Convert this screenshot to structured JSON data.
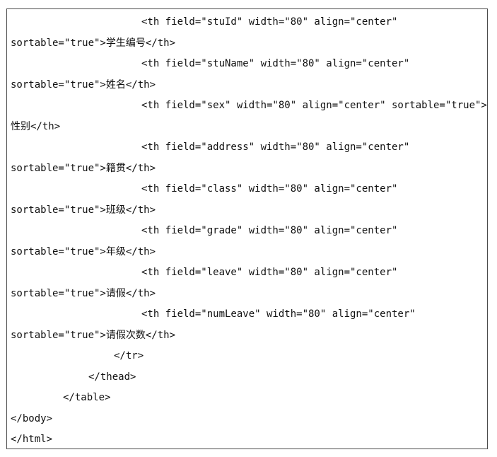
{
  "code": {
    "lines": [
      "<th field=\"stuId\" width=\"80\" align=\"center\"",
      "sortable=\"true\">学生编号</th>",
      "<th field=\"stuName\" width=\"80\" align=\"center\"",
      "sortable=\"true\">姓名</th>",
      "<th field=\"sex\" width=\"80\" align=\"center\" sortable=\"true\">",
      "性别</th>",
      "<th field=\"address\" width=\"80\" align=\"center\"",
      "sortable=\"true\">籍贯</th>",
      "<th field=\"class\" width=\"80\" align=\"center\"",
      "sortable=\"true\">班级</th>",
      "<th field=\"grade\" width=\"80\" align=\"center\"",
      "sortable=\"true\">年级</th>",
      "<th field=\"leave\" width=\"80\" align=\"center\"",
      "sortable=\"true\">请假</th>",
      "<th field=\"numLeave\" width=\"80\" align=\"center\"",
      "sortable=\"true\">请假次数</th>",
      "</tr>",
      "</thead>",
      "</table>",
      "</body>",
      "</html>"
    ]
  }
}
